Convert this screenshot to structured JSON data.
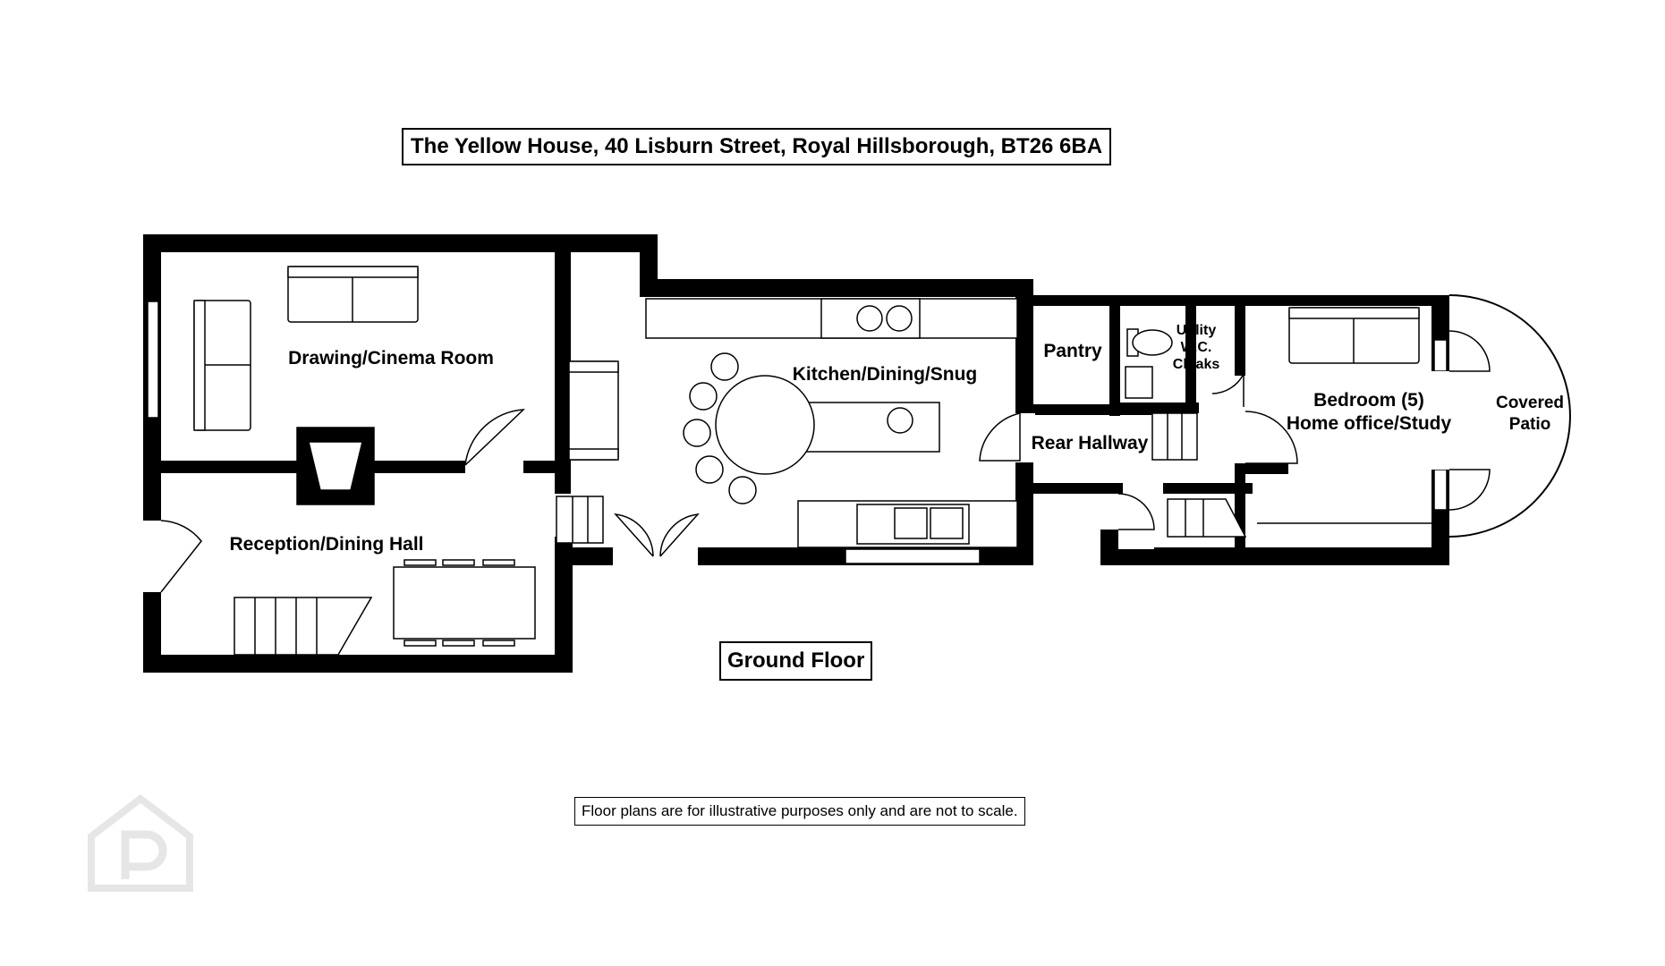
{
  "title": "The Yellow House, 40 Lisburn Street, Royal Hillsborough, BT26 6BA",
  "floor_label": "Ground Floor",
  "disclaimer": "Floor plans are for illustrative purposes only and are not to scale.",
  "rooms": {
    "drawing": "Drawing/Cinema Room",
    "reception": "Reception/Dining Hall",
    "kitchen": "Kitchen/Dining/Snug",
    "pantry": "Pantry",
    "utility_1": "Utility",
    "utility_2": "W.C.",
    "utility_3": "Cloaks",
    "rear_hallway": "Rear Hallway",
    "bedroom_1": "Bedroom (5)",
    "bedroom_2": "Home office/Study",
    "patio_1": "Covered",
    "patio_2": "Patio"
  },
  "watermark_icon": "property-logo-watermark",
  "colors": {
    "wall": "#000000",
    "background": "#ffffff",
    "watermark": "#e6e6e6"
  }
}
